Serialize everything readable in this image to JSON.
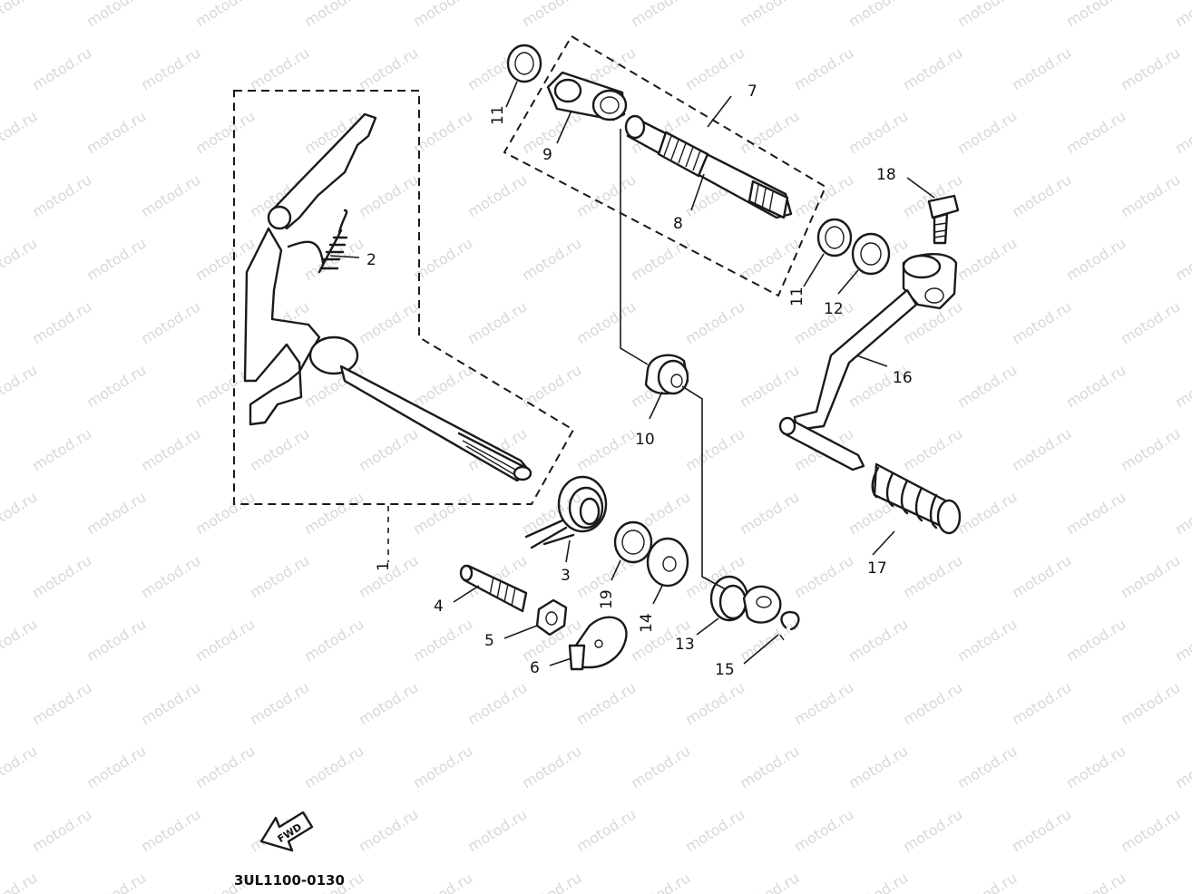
{
  "watermark": "motod.ru",
  "diagram_code": "3UL1100-0130",
  "fwd_label": "FWD",
  "callouts": [
    "1",
    "2",
    "3",
    "4",
    "5",
    "6",
    "7",
    "8",
    "9",
    "10",
    "11",
    "11",
    "12",
    "13",
    "14",
    "15",
    "16",
    "17",
    "18",
    "19"
  ]
}
